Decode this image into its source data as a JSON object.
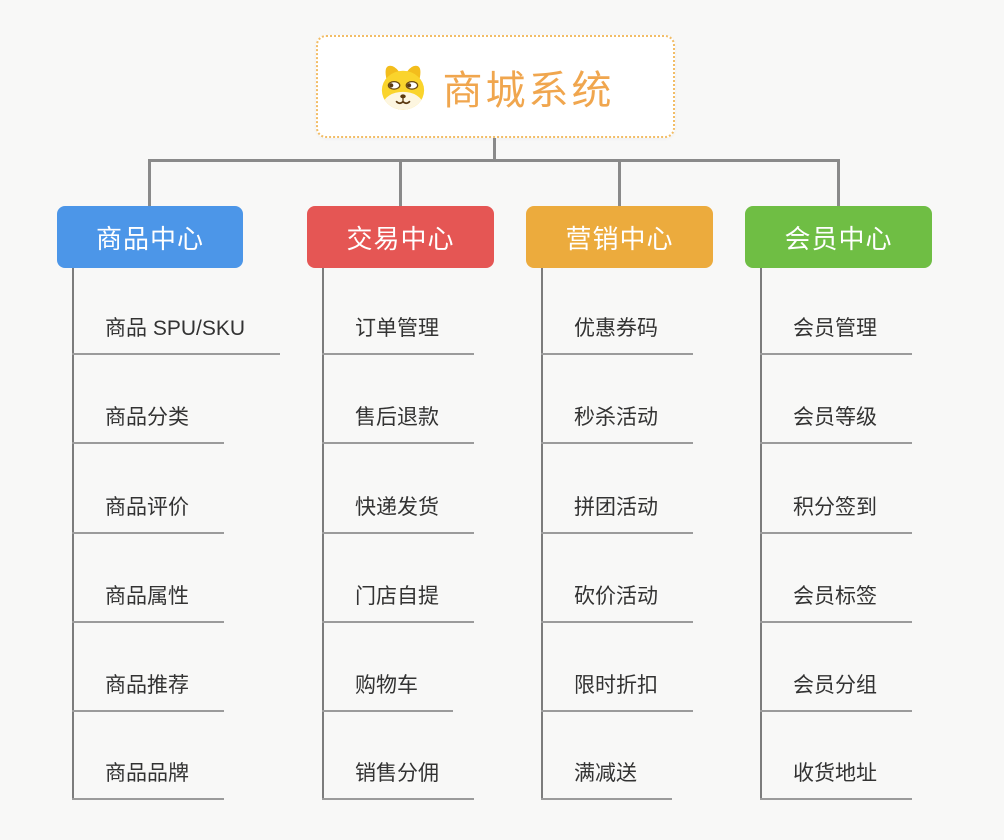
{
  "root": {
    "title": "商城系统",
    "icon": "dog-face-icon"
  },
  "colors": {
    "background": "#f8f8f7",
    "root_border": "#f2bd66",
    "root_text": "#f0a64e",
    "connector": "#8a8a8a",
    "trunk": "#7c7c7c",
    "leaf_underline": "#9b9b9b",
    "leaf_text": "#333333"
  },
  "branches": [
    {
      "label": "商品中心",
      "color": "#4c96e8",
      "items": [
        "商品 SPU/SKU",
        "商品分类",
        "商品评价",
        "商品属性",
        "商品推荐",
        "商品品牌"
      ]
    },
    {
      "label": "交易中心",
      "color": "#e55654",
      "items": [
        "订单管理",
        "售后退款",
        "快递发货",
        "门店自提",
        "购物车",
        "销售分佣"
      ]
    },
    {
      "label": "营销中心",
      "color": "#ecab3d",
      "items": [
        "优惠券码",
        "秒杀活动",
        "拼团活动",
        "砍价活动",
        "限时折扣",
        "满减送"
      ]
    },
    {
      "label": "会员中心",
      "color": "#6fbe44",
      "items": [
        "会员管理",
        "会员等级",
        "积分签到",
        "会员标签",
        "会员分组",
        "收货地址"
      ]
    }
  ]
}
